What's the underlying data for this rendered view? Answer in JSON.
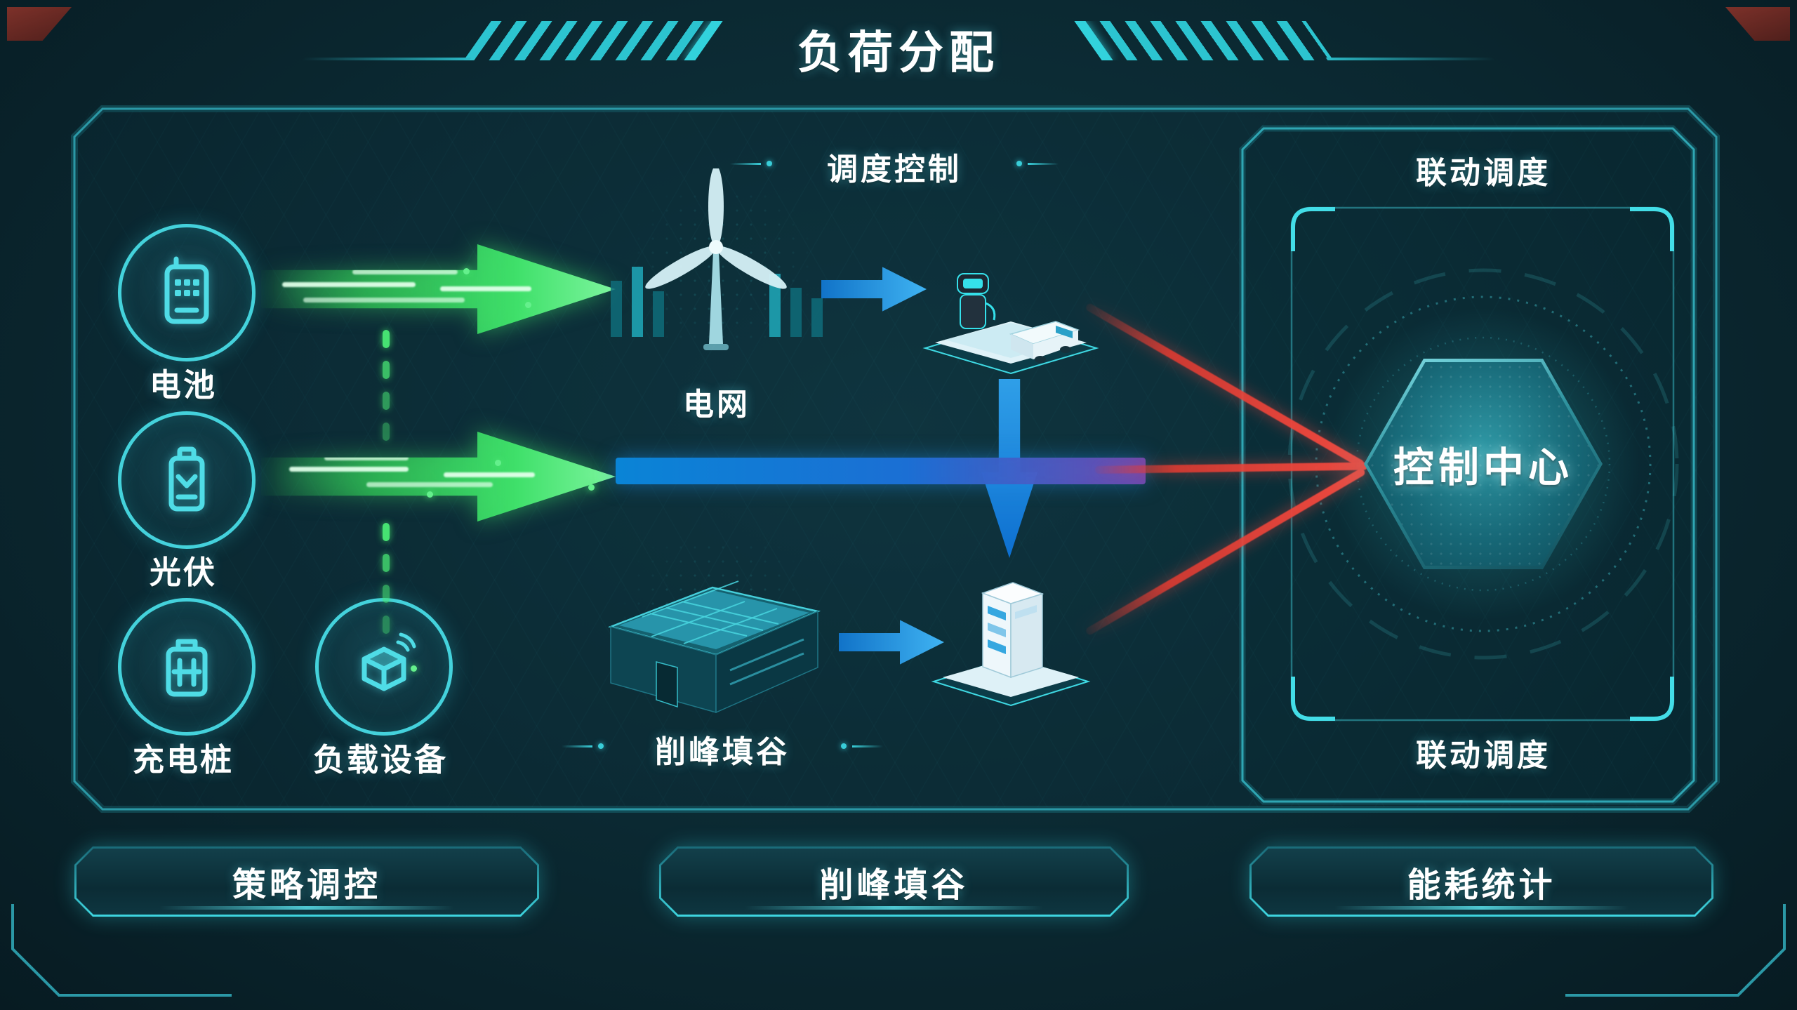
{
  "header": {
    "title": "负荷分配"
  },
  "diagram": {
    "sources": [
      {
        "label": "电池"
      },
      {
        "label": "光伏"
      },
      {
        "label": "充电桩"
      },
      {
        "label": "负载设备"
      }
    ],
    "dispatch_label": "调度控制",
    "grid_label": "电网",
    "peak_shaving_label": "削峰填谷",
    "control_center_label": "控制中心",
    "linkage_top_label": "联动调度",
    "linkage_bottom_label": "联动调度"
  },
  "footer": {
    "buttons": [
      {
        "label": "策略调控"
      },
      {
        "label": "削峰填谷"
      },
      {
        "label": "能耗统计"
      }
    ]
  },
  "colors": {
    "accent_cyan": "#3bd9e3",
    "flow_green": "#3fe06a",
    "flow_blue": "#1b8fe8",
    "link_red": "#e8413c",
    "background": "#0b2932",
    "text": "#ffffff"
  }
}
